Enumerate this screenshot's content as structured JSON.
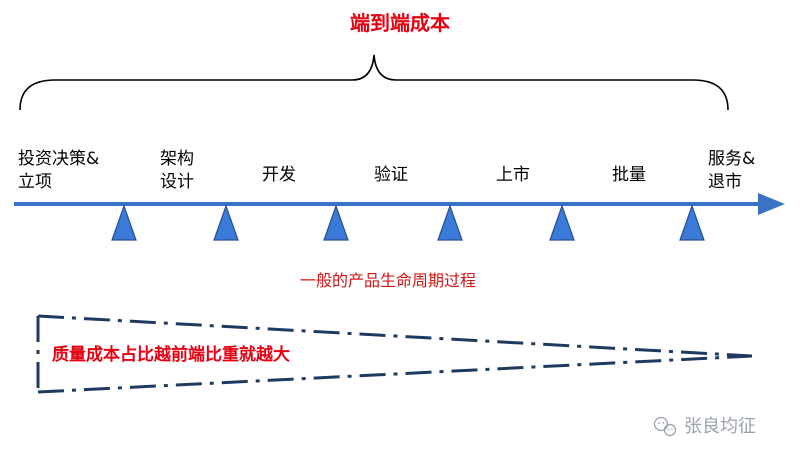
{
  "title": "端到端成本",
  "stages": [
    {
      "lines": [
        "投资决策&",
        "立项"
      ]
    },
    {
      "lines": [
        "架构",
        "设计"
      ]
    },
    {
      "lines": [
        "开发"
      ]
    },
    {
      "lines": [
        "验证"
      ]
    },
    {
      "lines": [
        "上市"
      ]
    },
    {
      "lines": [
        "批量"
      ]
    },
    {
      "lines": [
        "服务&",
        "退市"
      ]
    }
  ],
  "lifecycle_caption": "一般的产品生命周期过程",
  "quality_text": "质量成本占比越前端比重就越大",
  "watermark": "张良均征",
  "colors": {
    "title": "#e60012",
    "caption": "#d01818",
    "quality": "#e60012",
    "arrow": "#3a73c6",
    "triangle_fill": "#3b7ad8",
    "triangle_stroke": "#2a4f8f",
    "brace": "#000000",
    "wedge": "#1f3a5f",
    "text": "#000000",
    "watermark": "#9aa3ad"
  }
}
